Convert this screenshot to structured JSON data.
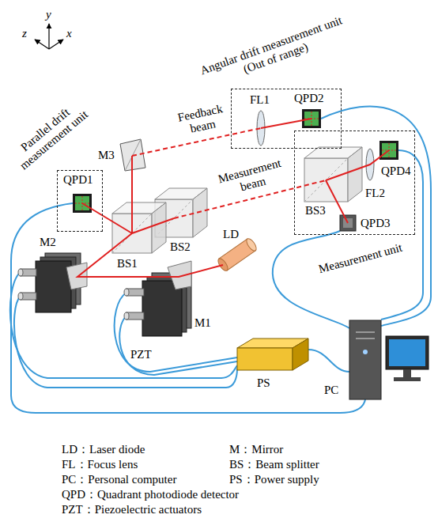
{
  "diagram": {
    "nodes": [
      {
        "text": [
          "Angular drift measurement unit (Out of range)"
        ]
      },
      {
        "text": [
          "Parallel drift measurement unit"
        ]
      },
      {
        "text": [
          "Measurement unit"
        ]
      }
    ],
    "labels": [
      "y",
      "z",
      "x",
      "QPD2",
      "FL1",
      "Feedback beam",
      "M3",
      "Measurement beam",
      "QPD4",
      "QPD1",
      "BS3",
      "FL2",
      "QPD3",
      "LD",
      "M2",
      "BS2",
      "BS1",
      "M1",
      "PZT",
      "PS",
      "PC",
      "LD：Laser diode",
      "M：Mirror",
      "FL：Focus lens",
      "BS：Beam splitter",
      "PC：Personal computer",
      "PS：Power supply",
      "QPD：Quadrant photodiode detector",
      "PZT：Piezoelectric actuators"
    ]
  }
}
